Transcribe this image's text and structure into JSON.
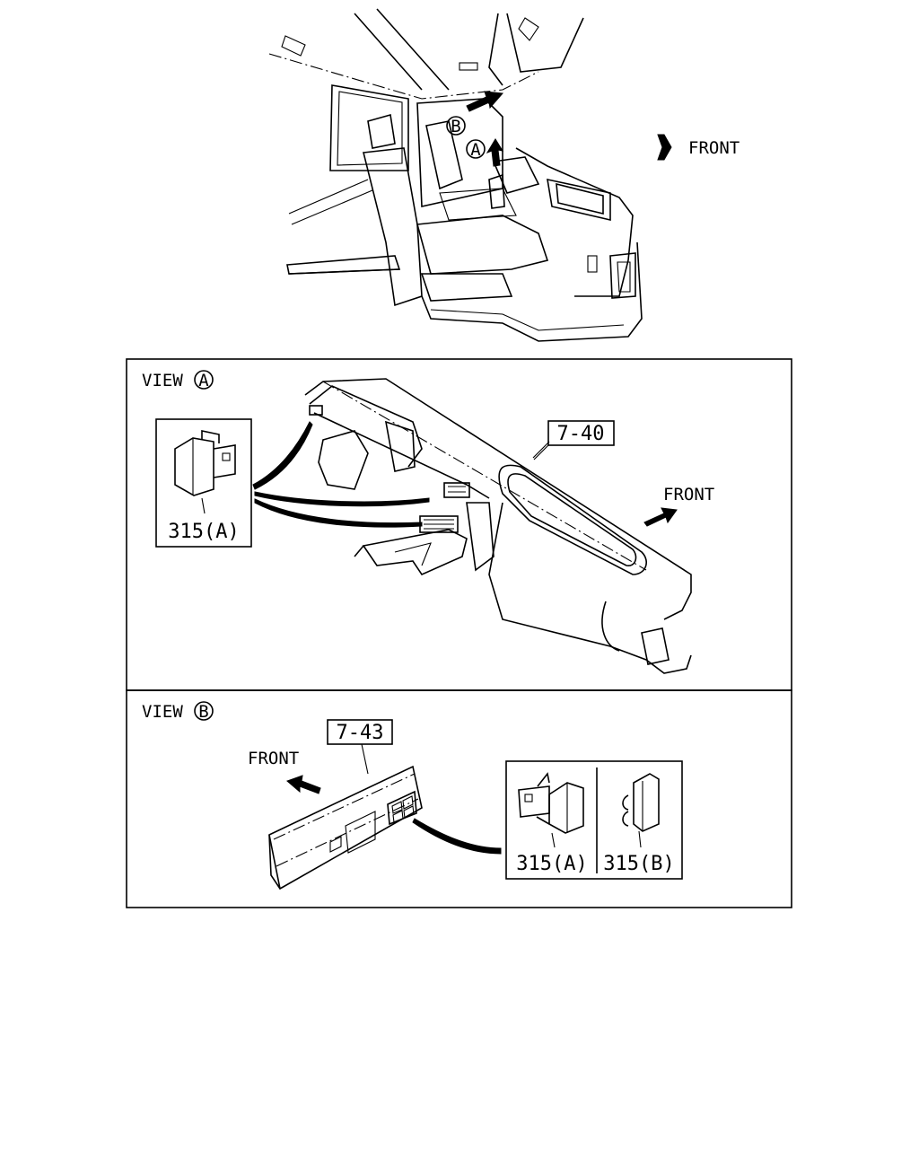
{
  "overview": {
    "front_label": "FRONT",
    "callout_a": "A",
    "callout_b": "B"
  },
  "view_a": {
    "title_prefix": "VIEW",
    "title_letter": "A",
    "part_ref": "7-40",
    "part_number": "315(A)",
    "front_label": "FRONT"
  },
  "view_b": {
    "title_prefix": "VIEW",
    "title_letter": "B",
    "part_ref": "7-43",
    "part_number_a": "315(A)",
    "part_number_b": "315(B)",
    "front_label": "FRONT"
  }
}
